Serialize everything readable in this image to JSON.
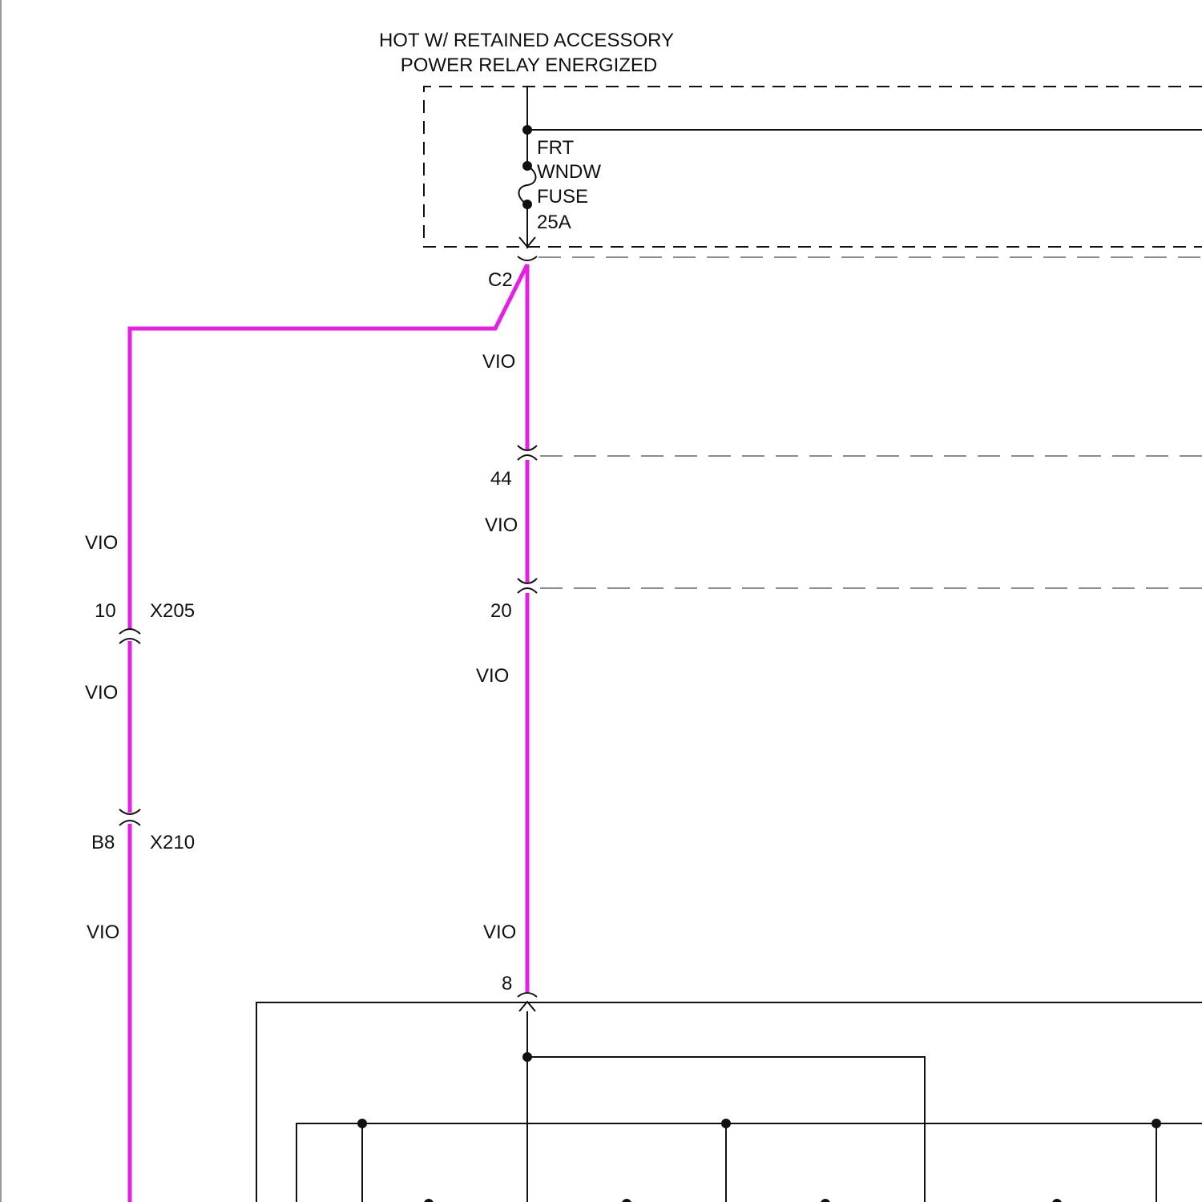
{
  "header": {
    "line1": "HOT W/ RETAINED ACCESSORY",
    "line2": "POWER RELAY ENERGIZED"
  },
  "fuse": {
    "line1": "FRT",
    "line2": "WNDW",
    "line3": "FUSE",
    "rating": "25A"
  },
  "connectors": {
    "c2": "C2",
    "pin_44": "44",
    "pin_20": "20",
    "pin_10": "10",
    "x205": "X205",
    "pin_b8": "B8",
    "x210": "X210",
    "pin_8": "8"
  },
  "wire_labels": {
    "right_1": "VIO",
    "right_2": "VIO",
    "right_3": "VIO",
    "right_4": "VIO",
    "left_1": "VIO",
    "left_2": "VIO",
    "left_3": "VIO"
  },
  "colors": {
    "wire": "#e61ee6",
    "line": "#111111",
    "dashed": "#666666"
  }
}
